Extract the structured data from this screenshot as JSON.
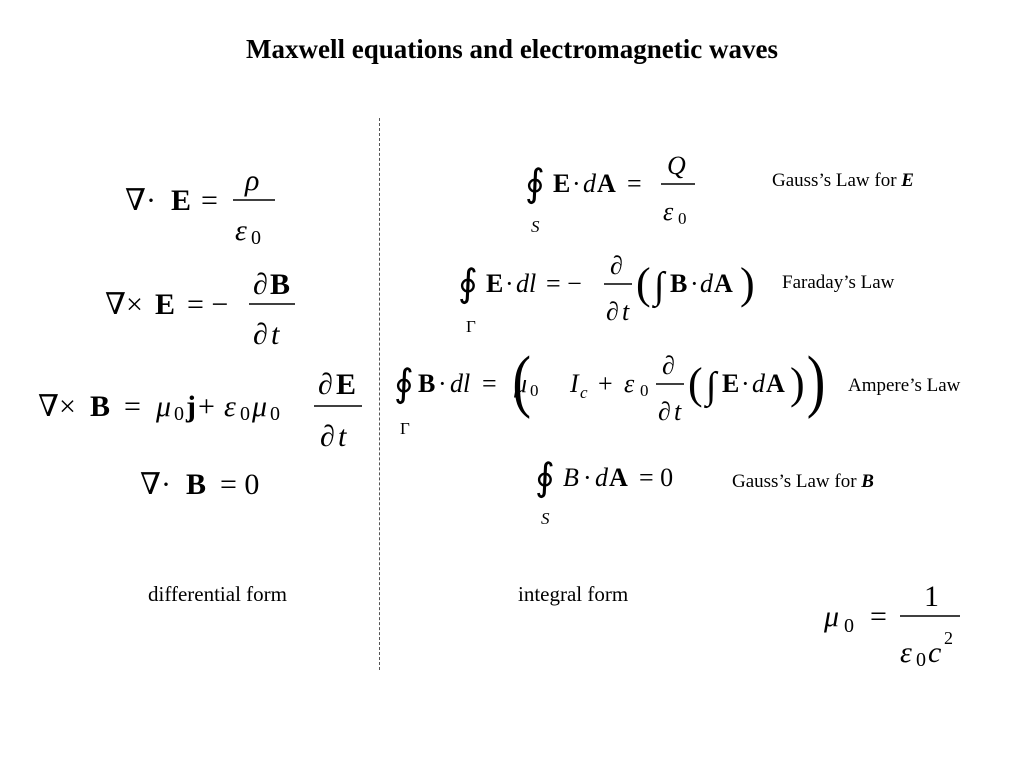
{
  "slide": {
    "title": "Maxwell equations and electromagnetic waves",
    "differential_label": "differential form",
    "integral_label": "integral form"
  },
  "laws": {
    "gauss_e_text": "Gauss’s Law for ",
    "gauss_e_symbol": "E",
    "faraday": "Faraday’s Law",
    "ampere": "Ampere’s Law",
    "gauss_b_text": "Gauss’s Law for ",
    "gauss_b_symbol": "B"
  },
  "equations": {
    "diff_gauss_e": "∇·E = ρ/ε0",
    "diff_faraday": "∇×E = −∂B/∂t",
    "diff_ampere": "∇×B = μ0 j + ε0 μ0 ∂E/∂t",
    "diff_gauss_b": "∇·B = 0",
    "int_gauss_e": "∮S E·dA = Q/ε0",
    "int_faraday": "∮Γ E·dl = −∂/∂t(∫B·dA)",
    "int_ampere": "∮Γ B·dl = μ0(Ic + ε0 ∂/∂t(∫E·dA))",
    "int_gauss_b": "∮S B·dA = 0",
    "wave_relation": "μ0 = 1/(ε0 c²)"
  }
}
